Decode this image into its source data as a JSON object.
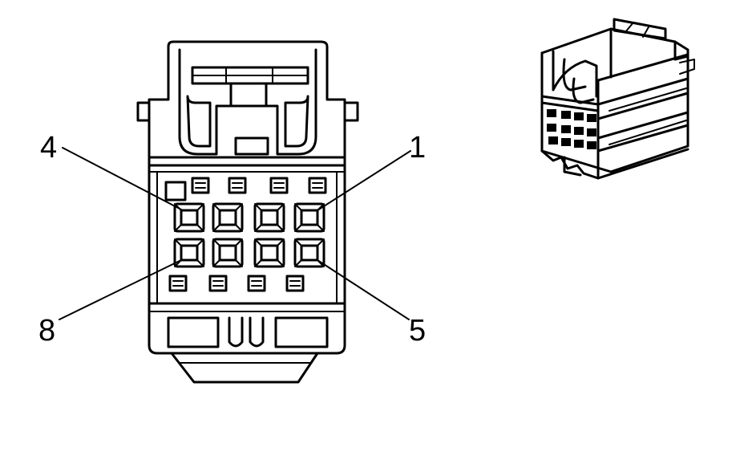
{
  "diagram": {
    "pin_labels": {
      "top_left": "4",
      "top_right": "1",
      "bottom_left": "8",
      "bottom_right": "5"
    },
    "cavity_rows": 2,
    "cavities_per_row": 4,
    "line_color": "#000000",
    "background_color": "#ffffff"
  }
}
